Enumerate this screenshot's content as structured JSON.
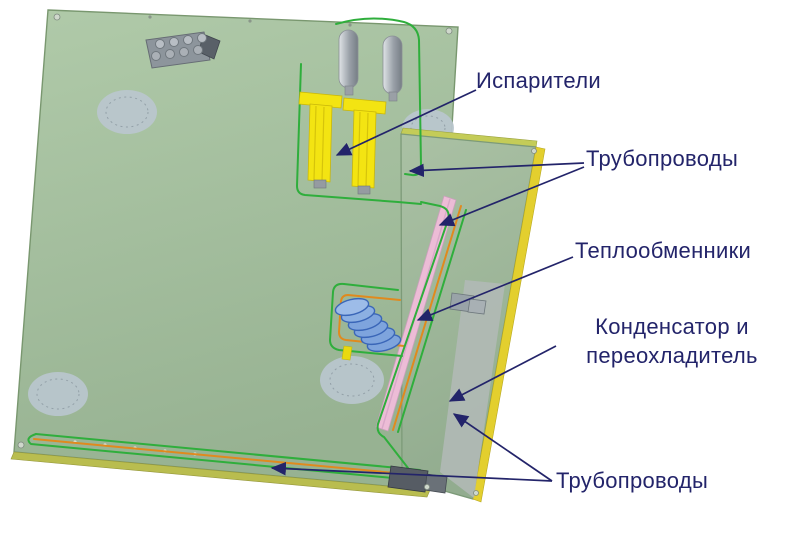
{
  "labels": {
    "evaporators": "Испарители",
    "pipelines_top": "Трубопроводы",
    "heat_exchangers": "Теплообменники",
    "condenser_line1": "Конденсатор и",
    "condenser_line2": "переохладитель",
    "pipelines_bottom": "Трубопроводы"
  },
  "colors": {
    "panel_green": "#a6c2a1",
    "panel_edge_yellow": "#e3cf2e",
    "pipe_green": "#2fae3c",
    "pipe_orange": "#e08a1e",
    "evaporator_yellow": "#f3e412",
    "heat_exchanger_pink": "#ecbcd6",
    "condenser_coil_blue": "#7ea4dd",
    "mounting_pad_gray": "#bac7cf",
    "label_navy": "#23246a"
  }
}
